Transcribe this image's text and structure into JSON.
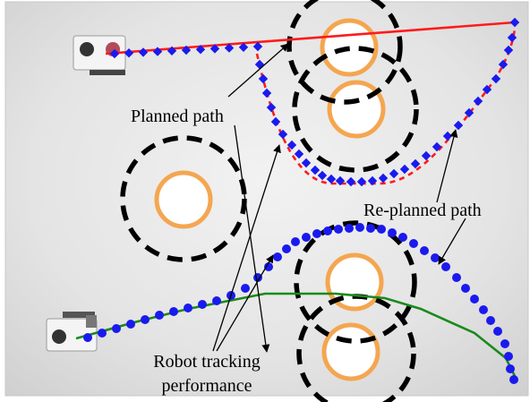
{
  "labels": {
    "planned_path": "Planned path",
    "replanned_path": "Re-planned path",
    "robot_tracking_line1": "Robot tracking",
    "robot_tracking_line2": "performance"
  },
  "colors": {
    "floor": "#e6e6e6",
    "planned_path": "#ff1a1a",
    "replanned_path": "#1a8a1a",
    "tracking_marker": "#1a1aee",
    "obstacle_ring": "#f4a650",
    "obstacle_fill": "#ffffff",
    "safety_circle": "#000000"
  },
  "icons": {
    "robot_start_top": "robot-icon",
    "robot_start_bottom": "robot-icon"
  }
}
